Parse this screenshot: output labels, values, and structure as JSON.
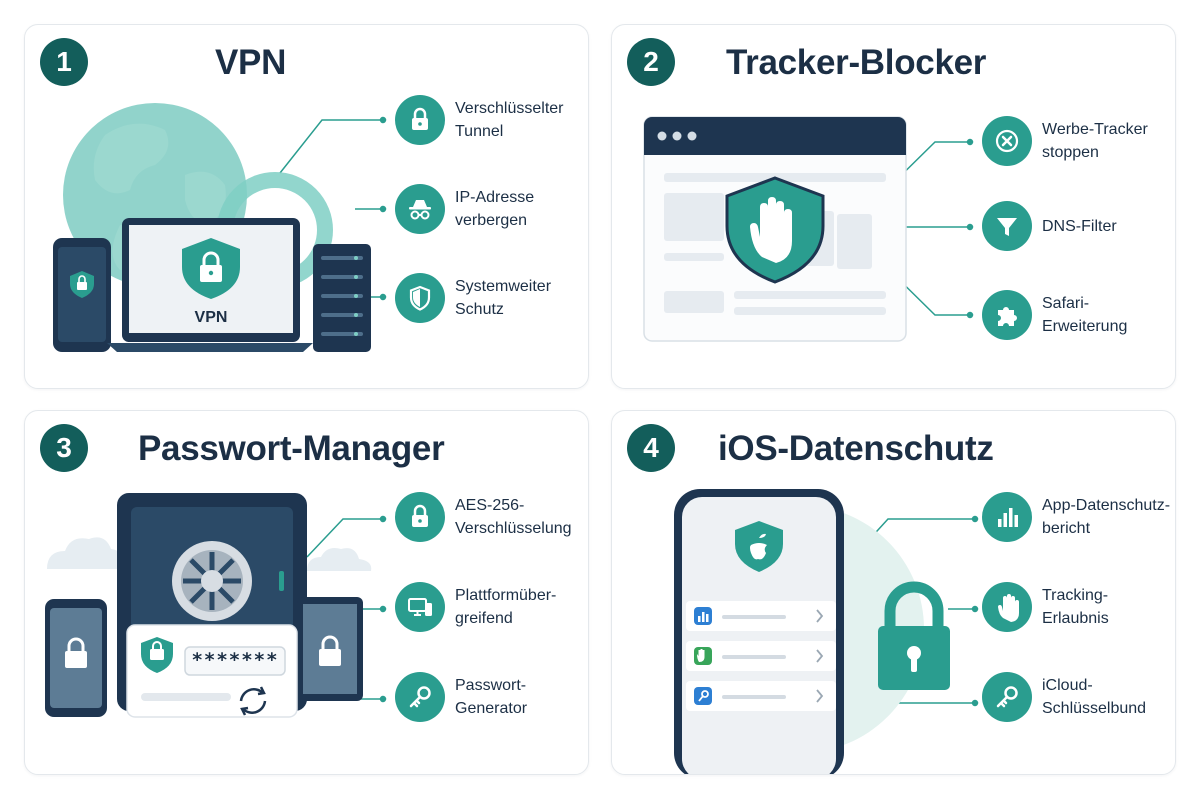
{
  "colors": {
    "accent": "#2a9d8f",
    "dark": "#1c2f45",
    "badge": "#135e5b",
    "light": "#d7efec"
  },
  "panels": [
    {
      "number": "1",
      "title": "VPN",
      "screen_label": "VPN",
      "features": [
        {
          "label": "Verschlüsselter\nTunnel",
          "icon": "lock-icon"
        },
        {
          "label": "IP-Adresse\nverbergen",
          "icon": "incognito-icon"
        },
        {
          "label": "Systemweiter\nSchutz",
          "icon": "shield-icon"
        }
      ]
    },
    {
      "number": "2",
      "title": "Tracker-Blocker",
      "features": [
        {
          "label": "Werbe-Tracker\nstoppen",
          "icon": "block-x-icon"
        },
        {
          "label": "DNS-Filter",
          "icon": "filter-icon"
        },
        {
          "label": "Safari-\nErweiterung",
          "icon": "puzzle-icon"
        }
      ]
    },
    {
      "number": "3",
      "title": "Passwort-Manager",
      "password_mask": "*******",
      "features": [
        {
          "label": "AES-256-\nVerschlüsselung",
          "icon": "lock-icon"
        },
        {
          "label": "Plattformüber-\ngreifend",
          "icon": "devices-icon"
        },
        {
          "label": "Passwort-\nGenerator",
          "icon": "key-icon"
        }
      ]
    },
    {
      "number": "4",
      "title": "iOS-Datenschutz",
      "features": [
        {
          "label": "App-Datenschutz-\nbericht",
          "icon": "bar-chart-icon"
        },
        {
          "label": "Tracking-\nErlaubnis",
          "icon": "hand-icon"
        },
        {
          "label": "iCloud-\nSchlüsselbund",
          "icon": "key-icon"
        }
      ]
    }
  ]
}
